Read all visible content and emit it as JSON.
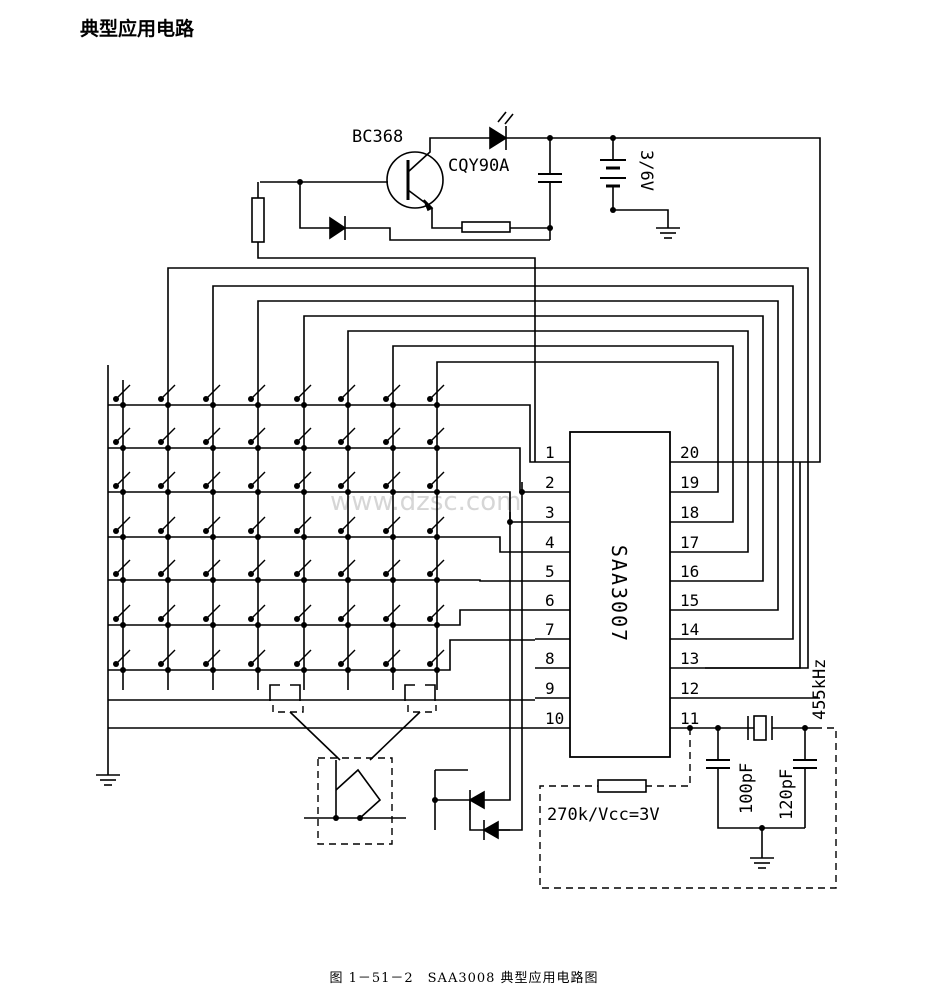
{
  "heading": "典型应用电路",
  "caption": "图 1－51－2　SAA3008 典型应用电路图",
  "chip": {
    "name": "SAA3007",
    "left_pins": [
      "1",
      "2",
      "3",
      "4",
      "5",
      "6",
      "7",
      "8",
      "9",
      "10"
    ],
    "right_pins": [
      "20",
      "19",
      "18",
      "17",
      "16",
      "15",
      "14",
      "13",
      "12",
      "11"
    ]
  },
  "labels": {
    "transistor": "BC368",
    "ir_led": "CQY90A",
    "battery": "3/6V",
    "cap_100": "100pF",
    "cap_120": "120pF",
    "resonator": "455kHz",
    "resistor_note": "270k/Vcc=3V"
  },
  "watermark": "www.dzsc.com"
}
